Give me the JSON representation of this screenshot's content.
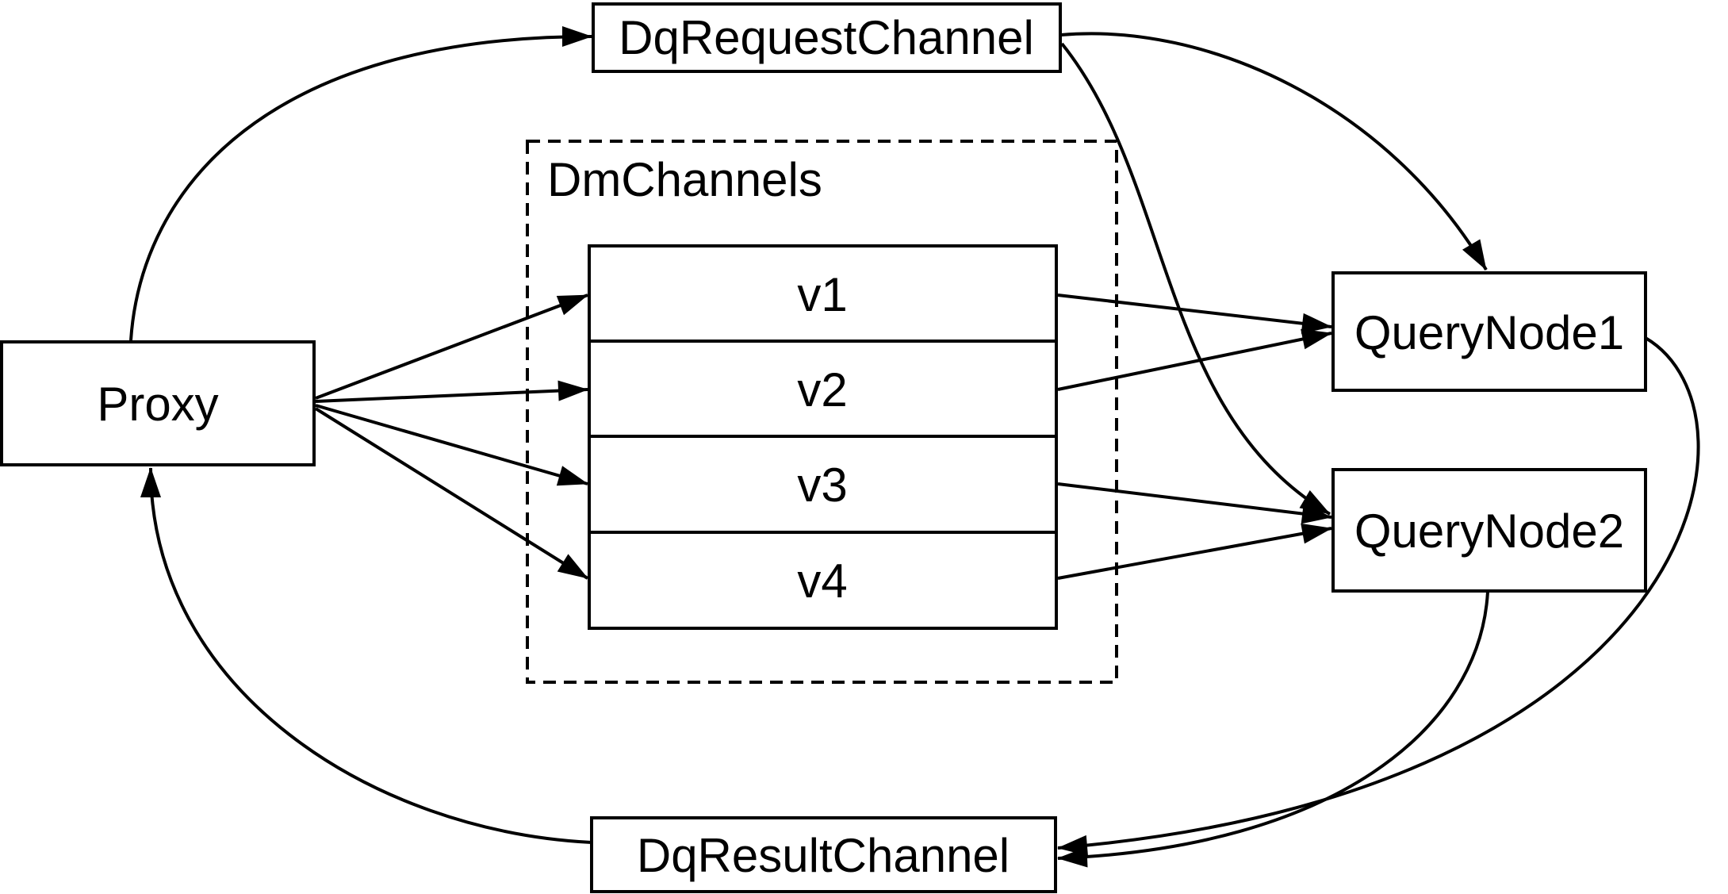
{
  "diagram": {
    "type": "flow-diagram",
    "background_color": "#ffffff",
    "stroke_color": "#000000",
    "text_color": "#000000",
    "nodes": {
      "proxy": {
        "label": "Proxy"
      },
      "dq_request_channel": {
        "label": "DqRequestChannel"
      },
      "dm_channels": {
        "label": "DmChannels",
        "channels": [
          {
            "label": "v1"
          },
          {
            "label": "v2"
          },
          {
            "label": "v3"
          },
          {
            "label": "v4"
          }
        ]
      },
      "query_node_1": {
        "label": "QueryNode1"
      },
      "query_node_2": {
        "label": "QueryNode2"
      },
      "dq_result_channel": {
        "label": "DqResultChannel"
      }
    },
    "edges": [
      {
        "from": "Proxy",
        "to": "DqRequestChannel"
      },
      {
        "from": "Proxy",
        "to": "v1"
      },
      {
        "from": "Proxy",
        "to": "v2"
      },
      {
        "from": "Proxy",
        "to": "v3"
      },
      {
        "from": "Proxy",
        "to": "v4"
      },
      {
        "from": "v1",
        "to": "QueryNode1"
      },
      {
        "from": "v2",
        "to": "QueryNode1"
      },
      {
        "from": "v3",
        "to": "QueryNode2"
      },
      {
        "from": "v4",
        "to": "QueryNode2"
      },
      {
        "from": "DqRequestChannel",
        "to": "QueryNode1"
      },
      {
        "from": "DqRequestChannel",
        "to": "QueryNode2"
      },
      {
        "from": "QueryNode1",
        "to": "DqResultChannel"
      },
      {
        "from": "QueryNode2",
        "to": "DqResultChannel"
      },
      {
        "from": "DqResultChannel",
        "to": "Proxy"
      }
    ]
  }
}
